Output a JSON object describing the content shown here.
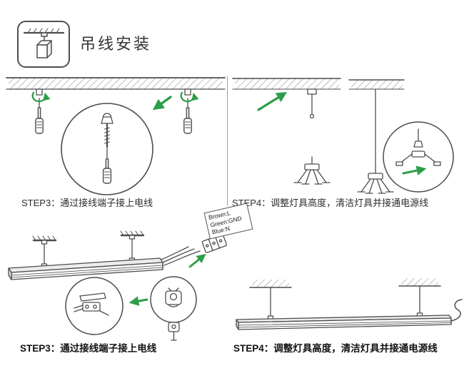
{
  "header": {
    "title": "吊线安装",
    "icon": "hanging-lamp-icon"
  },
  "panels": {
    "top_left": {
      "caption": "STEP3：通过接线端子接上电线"
    },
    "top_right": {
      "caption": "STEP4：调整灯具高度，清洁灯具并接通电源线"
    },
    "bottom_left": {
      "caption": "STEP3：通过接线端子接上电线"
    },
    "bottom_right": {
      "caption": "STEP4：调整灯具高度，清洁灯具并接通电源线"
    }
  },
  "wire_labels": {
    "line1": "Brown:L",
    "line2": "Green:GND",
    "line3": "Blue:N"
  },
  "colors": {
    "accent_green": "#2e9e47",
    "line": "#4d4d4d",
    "text": "#2d2d2d"
  }
}
